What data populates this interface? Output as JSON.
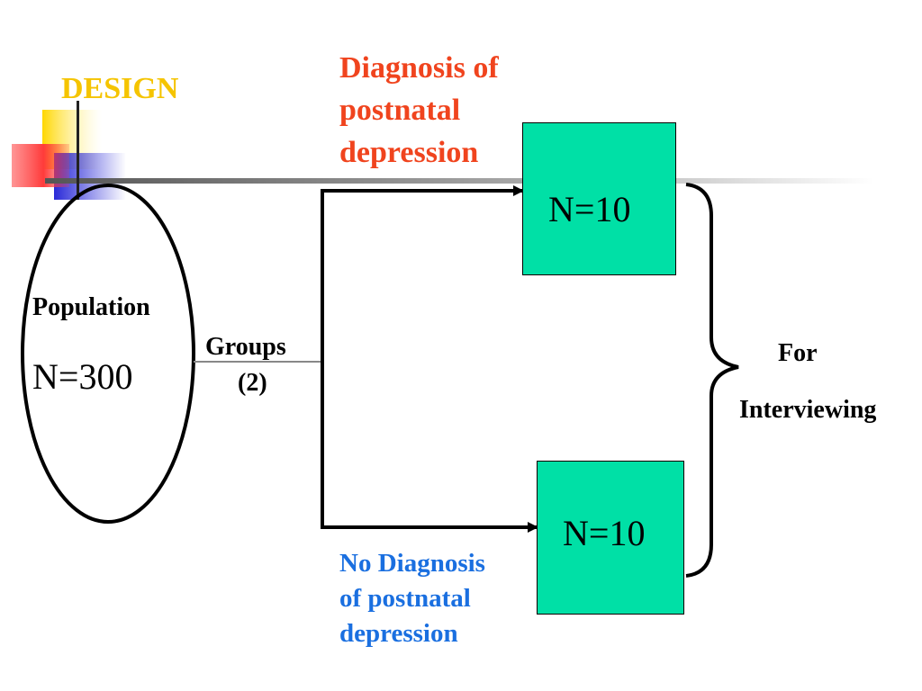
{
  "slide": {
    "title": "DESIGN",
    "title_color": "#f5c400"
  },
  "population": {
    "label": "Population",
    "count": "N=300"
  },
  "groups": {
    "label": "Groups",
    "count": "(2)"
  },
  "diagnosis": {
    "label": "Diagnosis of\npostnatal\ndepression",
    "color": "#f0441e",
    "box_value": "N=10"
  },
  "no_diagnosis": {
    "label": "No Diagnosis\nof postnatal\ndepression",
    "color": "#1a6fe0",
    "box_value": "N=10"
  },
  "interviewing": {
    "line1": "For",
    "line2": "Interviewing"
  },
  "colors": {
    "box_fill": "#00e0a6",
    "deco_yellow": "#ffd700",
    "deco_red": "#ff3b3b",
    "deco_blue": "#2a2ad8"
  }
}
